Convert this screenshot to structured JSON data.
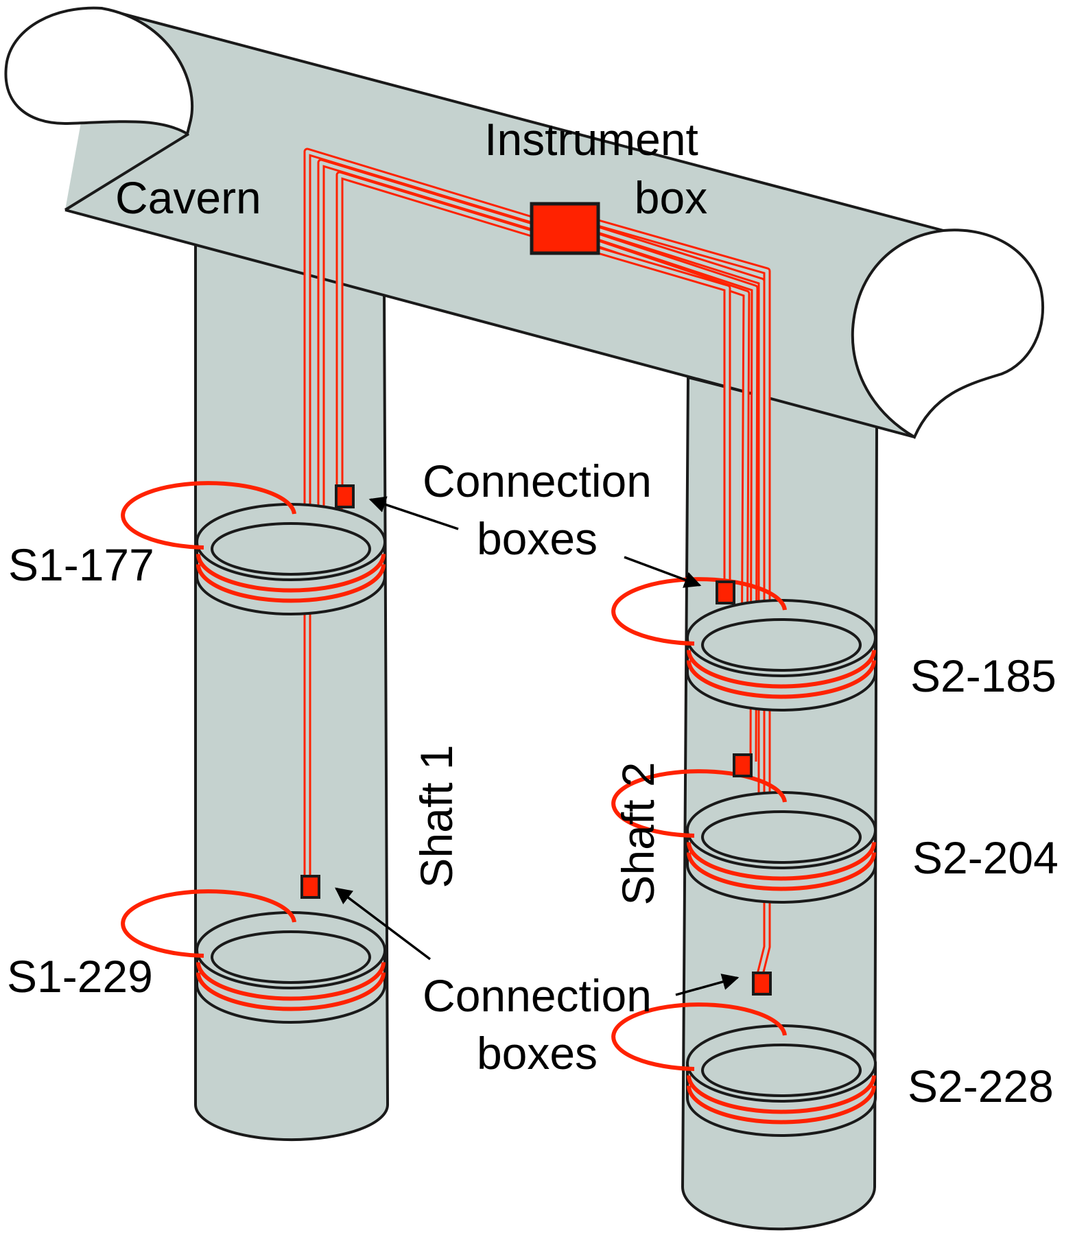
{
  "labels": {
    "cavern": "Cavern",
    "instrument_box_line1": "Instrument",
    "instrument_box_line2": "box",
    "connection_boxes_top_line1": "Connection",
    "connection_boxes_top_line2": "boxes",
    "connection_boxes_bottom_line1": "Connection",
    "connection_boxes_bottom_line2": "boxes",
    "shaft1": "Shaft 1",
    "shaft2": "Shaft 2",
    "s1_177": "S1-177",
    "s1_229": "S1-229",
    "s2_185": "S2-185",
    "s2_204": "S2-204",
    "s2_228": "S2-228"
  },
  "colors": {
    "tunnel_fill": "#c5d2cf",
    "cable": "#ff2200",
    "box_fill": "#ff2200",
    "outline": "#1a1a1a"
  }
}
